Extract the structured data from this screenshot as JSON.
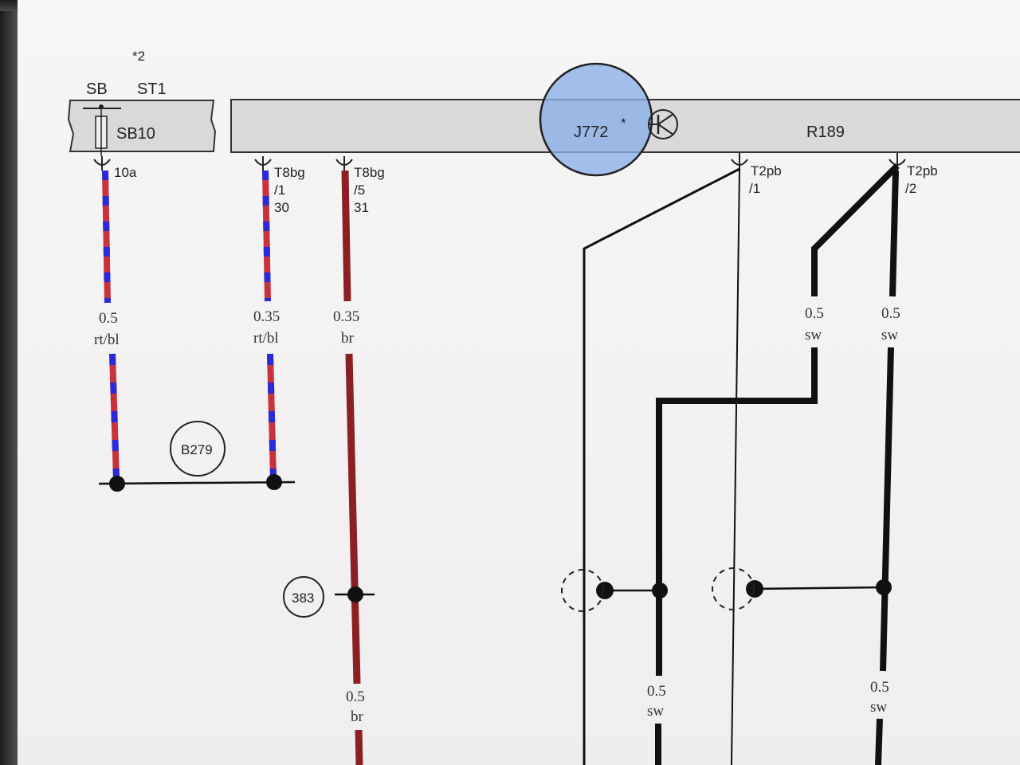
{
  "diagram": {
    "marker_top": "*2",
    "label_sb": "SB",
    "label_st1": "ST1",
    "fuse_label": "SB10",
    "control_unit": "J772",
    "control_unit_marker": "*",
    "camera_label": "R189",
    "terminals": [
      {
        "id": "10a",
        "lines": [
          "10a"
        ]
      },
      {
        "id": "t8bg-1",
        "lines": [
          "T8bg",
          "/1",
          "30"
        ]
      },
      {
        "id": "t8bg-5",
        "lines": [
          "T8bg",
          "/5",
          "31"
        ]
      },
      {
        "id": "t2pb-1",
        "lines": [
          "T2pb",
          "/1"
        ]
      },
      {
        "id": "t2pb-2",
        "lines": [
          "T2pb",
          "/2"
        ]
      }
    ],
    "wire_labels": [
      {
        "id": "w1",
        "size": "0.5",
        "color": "rt/bl"
      },
      {
        "id": "w2",
        "size": "0.35",
        "color": "rt/bl"
      },
      {
        "id": "w3",
        "size": "0.35",
        "color": "br"
      },
      {
        "id": "w4",
        "size": "0.5",
        "color": "sw"
      },
      {
        "id": "w5",
        "size": "0.5",
        "color": "sw"
      },
      {
        "id": "w6",
        "size": "0.5",
        "color": "br"
      },
      {
        "id": "w7",
        "size": "0.5",
        "color": "sw"
      },
      {
        "id": "w8",
        "size": "0.5",
        "color": "sw"
      }
    ],
    "connectors": [
      "B279",
      "383"
    ],
    "colors": {
      "red": "#c8323c",
      "blue": "#2a2ad8",
      "brown": "#8c1f24",
      "black": "#111111",
      "bar_fill": "#d9d9d9",
      "highlight": "#8ab0e8"
    }
  }
}
